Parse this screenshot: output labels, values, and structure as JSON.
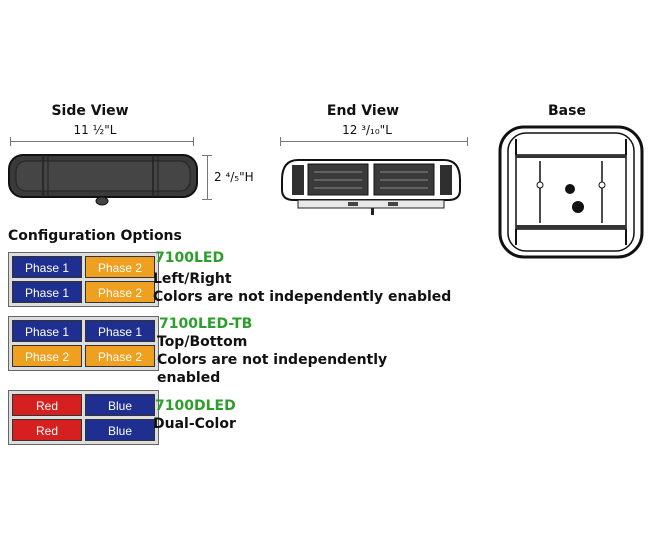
{
  "views": {
    "side": {
      "title": "Side View",
      "length": "11 ½\"L",
      "height": "2 ⁴/₅\"H"
    },
    "end": {
      "title": "End View",
      "length": "12 ³/₁₀\"L"
    },
    "base": {
      "title": "Base"
    }
  },
  "config": {
    "title": "Configuration Options",
    "colors": {
      "blue": "#1f2f8f",
      "amber": "#f0a020",
      "red": "#d62020"
    },
    "options": [
      {
        "grid": [
          [
            "Phase 1",
            "Phase 2"
          ],
          [
            "Phase 1",
            "Phase 2"
          ]
        ],
        "grid_colors": [
          [
            "blue",
            "amber"
          ],
          [
            "blue",
            "amber"
          ]
        ],
        "model": "7100LED",
        "line1": "Left/Right",
        "line2": "Colors are not independently enabled"
      },
      {
        "grid": [
          [
            "Phase 1",
            "Phase 1"
          ],
          [
            "Phase 2",
            "Phase 2"
          ]
        ],
        "grid_colors": [
          [
            "blue",
            "blue"
          ],
          [
            "amber",
            "amber"
          ]
        ],
        "model": "7100LED-TB",
        "line1": "Top/Bottom",
        "line2": "Colors are not independently",
        "line3": "enabled"
      },
      {
        "grid": [
          [
            "Red",
            "Blue"
          ],
          [
            "Red",
            "Blue"
          ]
        ],
        "grid_colors": [
          [
            "red",
            "blue"
          ],
          [
            "red",
            "blue"
          ]
        ],
        "model": "7100DLED",
        "line1": "Dual-Color"
      }
    ]
  }
}
